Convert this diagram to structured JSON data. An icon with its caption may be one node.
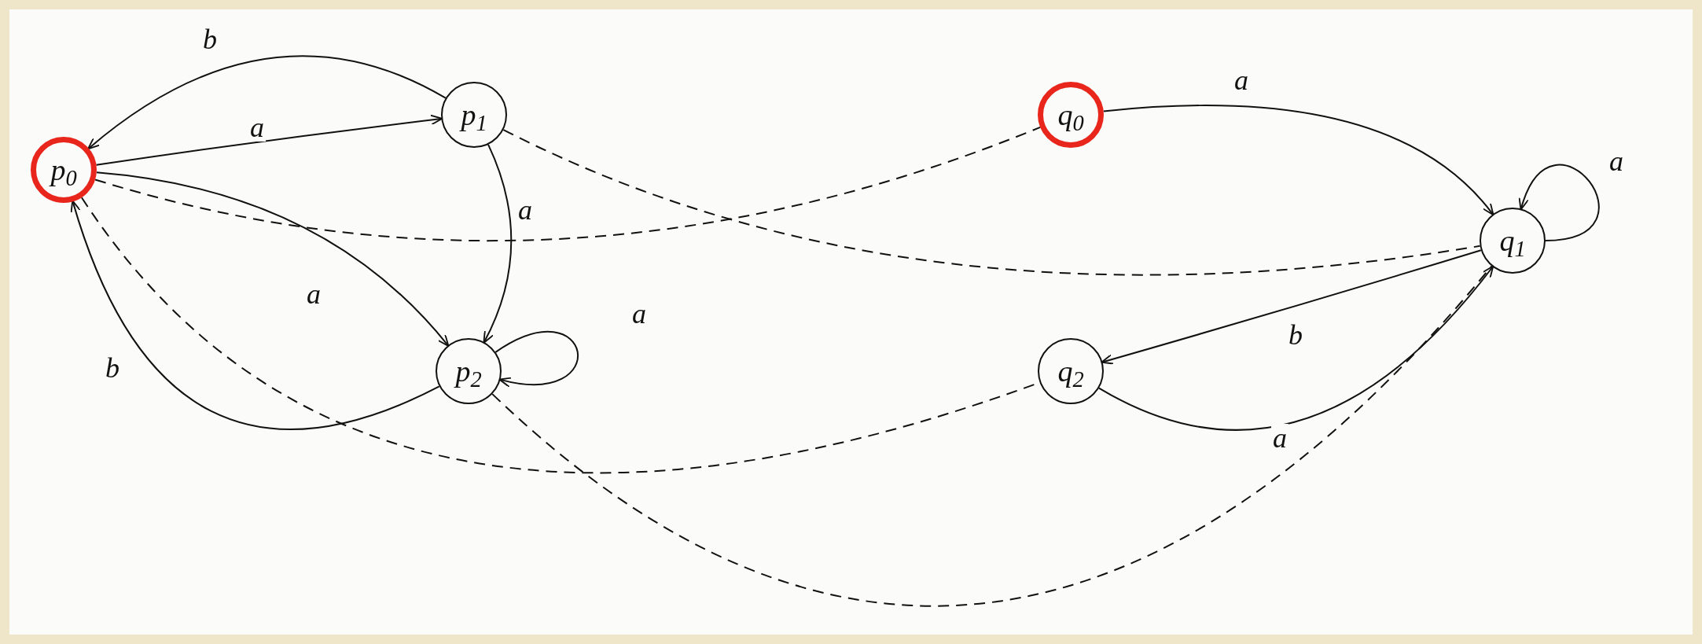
{
  "diagram": {
    "nodes": [
      {
        "text": [
          "p$_{0}$"
        ]
      },
      {
        "text": [
          "p$_{1}$"
        ]
      },
      {
        "text": [
          "p$_{2}$"
        ]
      },
      {
        "text": [
          "q$_{0}$"
        ]
      },
      {
        "text": [
          "q$_{1}$"
        ]
      },
      {
        "text": [
          "q$_{2}$"
        ]
      }
    ],
    "edges": [
      {
        "from": 1,
        "to": 0,
        "arrow": "to",
        "label": "b"
      },
      {
        "from": 0,
        "to": 1,
        "arrow": "to",
        "label": "a"
      },
      {
        "from": 1,
        "to": 2,
        "arrow": "to",
        "label": "a"
      },
      {
        "from": 0,
        "to": 2,
        "arrow": "to",
        "label": "a"
      },
      {
        "from": 2,
        "to": 0,
        "arrow": "to",
        "label": "b"
      },
      {
        "from": 2,
        "to": 2,
        "arrow": "to",
        "label": "a"
      },
      {
        "from": 3,
        "to": 4,
        "arrow": "to",
        "label": "a"
      },
      {
        "from": 4,
        "to": 4,
        "arrow": "to",
        "label": "a"
      },
      {
        "from": 4,
        "to": 5,
        "arrow": "to",
        "label": "b"
      },
      {
        "from": 5,
        "to": 4,
        "arrow": "to",
        "label": "a"
      },
      {
        "from": 1,
        "to": 4,
        "arrow": "none",
        "style": "dashed"
      },
      {
        "from": 0,
        "to": 3,
        "arrow": "none",
        "style": "dashed"
      },
      {
        "from": 0,
        "to": 5,
        "arrow": "none",
        "style": "dashed"
      },
      {
        "from": 2,
        "to": 4,
        "arrow": "none",
        "style": "dashed"
      }
    ]
  }
}
